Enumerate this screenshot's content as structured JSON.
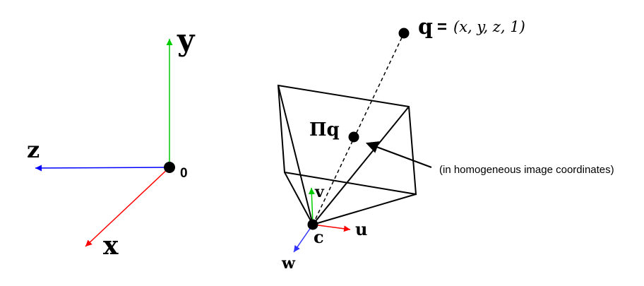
{
  "world_frame": {
    "origin_label": "0",
    "x_label": "x",
    "y_label": "y",
    "z_label": "z",
    "x_color": "#ff0000",
    "y_color": "#00cc00",
    "z_color": "#0000ff"
  },
  "camera": {
    "center_label": "c",
    "u_label": "u",
    "v_label": "v",
    "w_label": "w",
    "u_color": "#ff0000",
    "v_color": "#00cc00",
    "w_color": "#3333ff"
  },
  "point": {
    "label": "q",
    "equals": "=",
    "coords": "(x, y, z, 1)"
  },
  "projection": {
    "label": "Πq",
    "annotation": "(in homogeneous image coordinates)"
  }
}
